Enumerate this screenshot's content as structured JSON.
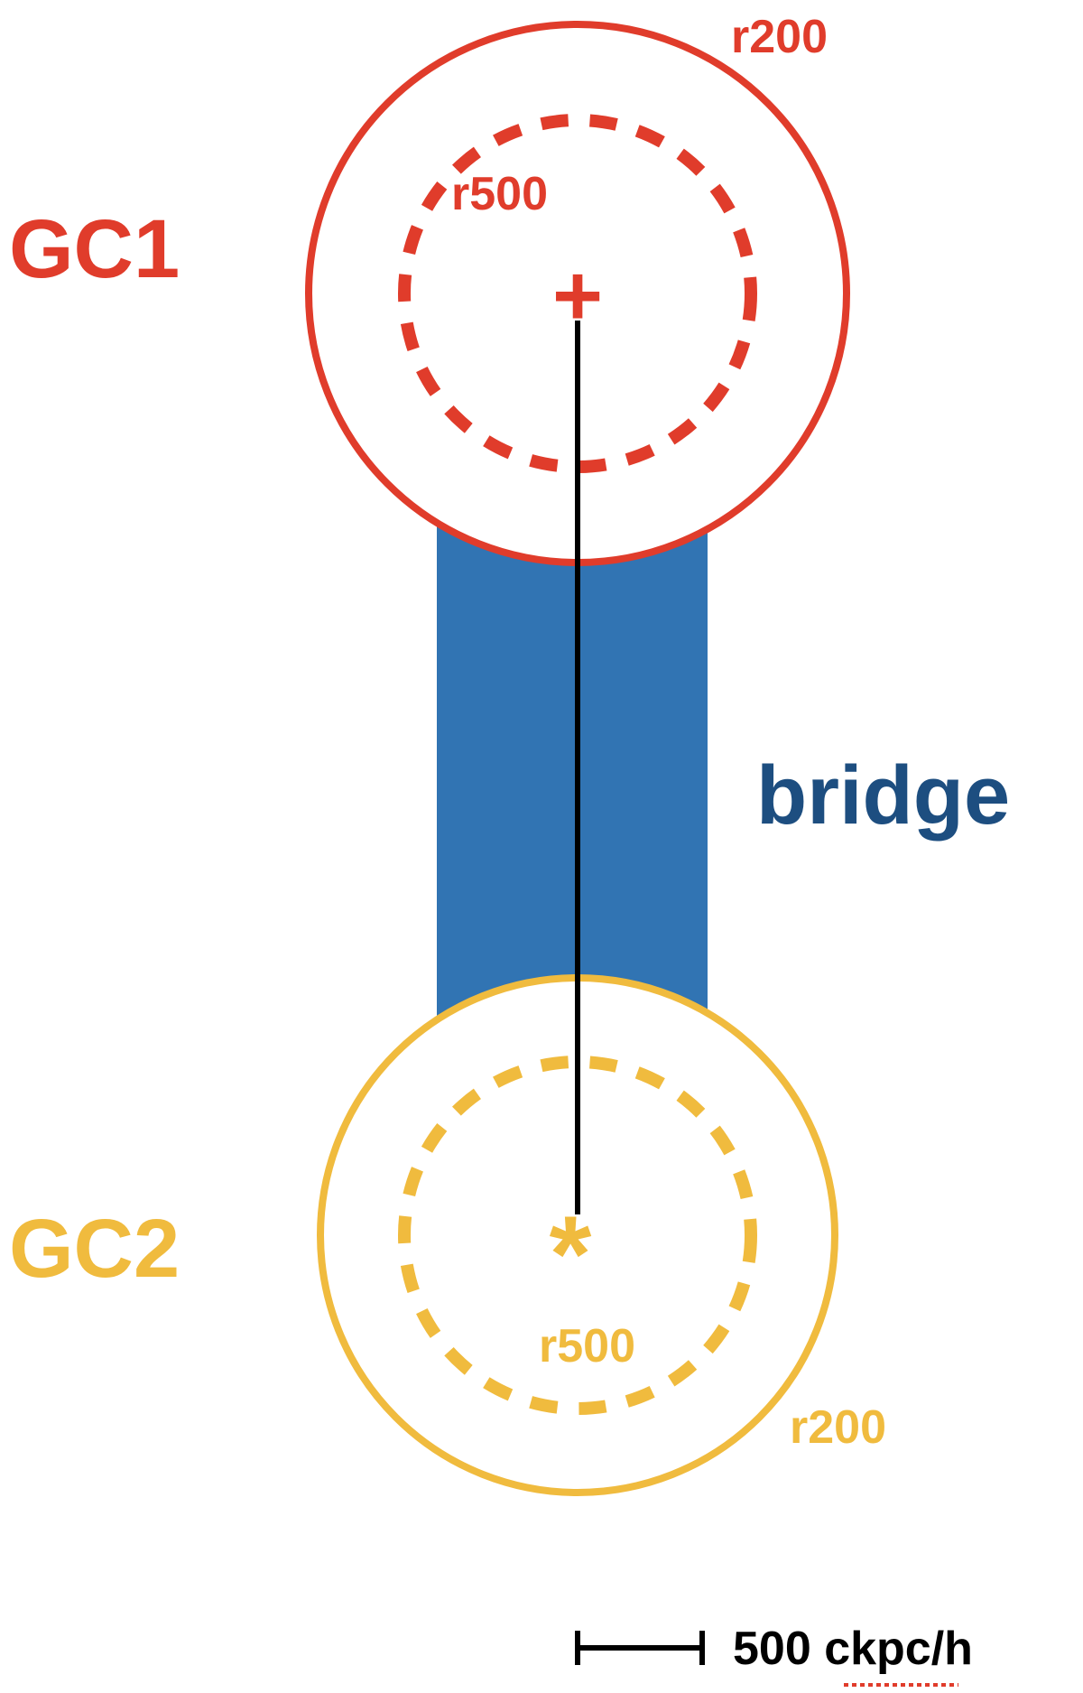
{
  "colors": {
    "gc1": "#e03c2b",
    "gc2": "#f0bb3e",
    "bridge_fill": "#3174b3",
    "bridge_label": "#1d4e80",
    "axis": "#000000",
    "scale": "#000000",
    "spellcheck_underline": "#e03c2b"
  },
  "gc1": {
    "label": "GC1",
    "r200_label": "r200",
    "r500_label": "r500",
    "center_marker": "+"
  },
  "gc2": {
    "label": "GC2",
    "r200_label": "r200",
    "r500_label": "r500",
    "center_marker": "*"
  },
  "bridge": {
    "label": "bridge"
  },
  "scale_bar": {
    "label": "500 ckpc/h"
  }
}
